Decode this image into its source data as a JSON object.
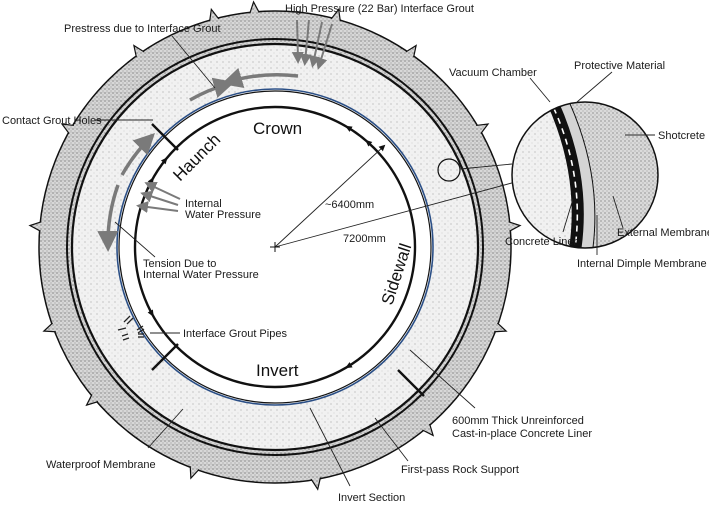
{
  "diagram": {
    "labels": {
      "high_pressure": "High Pressure (22 Bar) Interface Grout",
      "prestress": "Prestress due to Interface Grout",
      "contact_grout": "Contact Grout Holes",
      "internal_water_1": "Internal",
      "internal_water_2": "Water Pressure",
      "tension_1": "Tension Due to",
      "tension_2": "Internal Water Pressure",
      "interface_pipes": "Interface Grout Pipes",
      "waterproof": "Waterproof Membrane",
      "invert_section": "Invert Section",
      "first_pass": "First-pass Rock Support",
      "liner_1": "600mm Thick Unreinforced",
      "liner_2": "Cast-in-place Concrete Liner",
      "vacuum": "Vacuum Chamber",
      "protective": "Protective Material",
      "shotcrete": "Shotcrete",
      "external_membrane": "External Membrane",
      "concrete_liner": "Concrete Liner",
      "dimple": "Internal Dimple Membrane",
      "crown": "Crown",
      "haunch": "Haunch",
      "sidewall": "Sidewall",
      "invert": "Invert",
      "dim_6400": "~6400mm",
      "dim_7200": "7200mm"
    },
    "colors": {
      "rock": "#cfcfcf",
      "concrete": "#efefef",
      "blue_line": "#2b4f86",
      "grey_arrow": "#7a7a7a",
      "membrane_light": "#d4d4d4",
      "black": "#111111"
    }
  }
}
